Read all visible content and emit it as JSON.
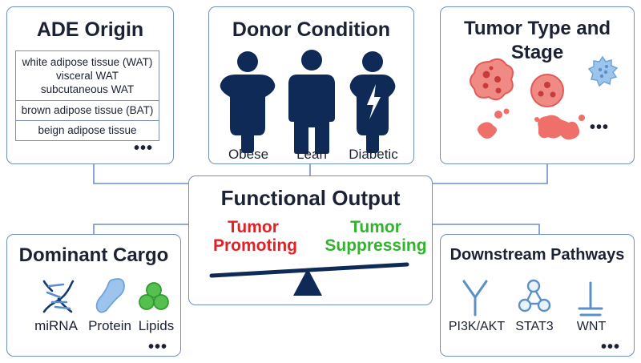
{
  "ade_origin": {
    "title": "ADE Origin",
    "items": [
      [
        "white adipose tissue (WAT)",
        "visceral WAT",
        "subcutaneous WAT"
      ],
      [
        "brown adipose tissue (BAT)"
      ],
      [
        "beign adipose tissue"
      ]
    ],
    "more": "•••"
  },
  "donor_condition": {
    "title": "Donor Condition",
    "labels": [
      "Obese",
      "Lean",
      "Diabetic"
    ]
  },
  "tumor_type": {
    "title_line1": "Tumor Type and",
    "title_line2": "Stage",
    "more": "•••"
  },
  "functional_output": {
    "title": "Functional Output",
    "promoting_line1": "Tumor",
    "promoting_line2": "Promoting",
    "suppressing_line1": "Tumor",
    "suppressing_line2": "Suppressing"
  },
  "dominant_cargo": {
    "title": "Dominant Cargo",
    "labels": [
      "miRNA",
      "Protein",
      "Lipids"
    ],
    "more": "•••"
  },
  "downstream_pathways": {
    "title": "Downstream Pathways",
    "labels": [
      "PI3K/AKT",
      "STAT3",
      "WNT"
    ],
    "more": "•••"
  },
  "colors": {
    "border": "#6f8fc8",
    "figure": "#0f2a57",
    "promoting": "#e42025",
    "suppressing": "#2fb42c",
    "tumor": "#ef6f6b",
    "icon_blue": "#8db5e2",
    "lipid_green": "#55c04e"
  }
}
